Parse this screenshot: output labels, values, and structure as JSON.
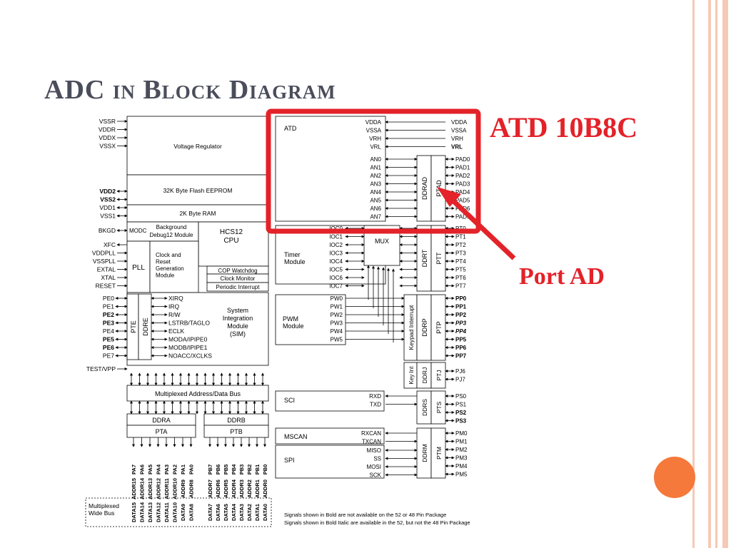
{
  "slide": {
    "title": "ADC in Block Diagram",
    "callout_atd": "ATD 10B8C",
    "callout_port": "Port AD"
  },
  "colors": {
    "accent_red": "#e32229",
    "title_gray": "#4a4d5a",
    "border_peach": "#f6c9b6",
    "dot_orange": "#f5793a"
  },
  "diagram": {
    "power_pins": [
      "VSSR",
      "VDDR",
      "VDDX",
      "VSSX"
    ],
    "voltage_regulator": "Voltage Regulator",
    "flash": "32K Byte Flash EEPROM",
    "ram": "2K Byte RAM",
    "flash_pins": [
      "VDD2",
      "VSS2",
      "VDD1",
      "VSS1"
    ],
    "bkgd": "BKGD",
    "modc": "MODC",
    "debug": [
      "Background",
      "Debug12 Module"
    ],
    "cpu": [
      "HCS12",
      "CPU"
    ],
    "pll_pins": [
      "XFC",
      "VDDPLL",
      "VSSPLL",
      "EXTAL",
      "XTAL",
      "RESET"
    ],
    "pll": "PLL",
    "clock": [
      "Clock and",
      "Reset",
      "Generation",
      "Module"
    ],
    "cop": "COP Watchdog",
    "clock_monitor": "Clock Monitor",
    "periodic": "Periodic Interrupt",
    "pe_pins": [
      "PE0",
      "PE1",
      "PE2",
      "PE3",
      "PE4",
      "PE5",
      "PE6",
      "PE7"
    ],
    "pte": "PTE",
    "ddre": "DDRE",
    "sim_signals": [
      "XIRQ",
      "IRQ",
      "R/W",
      "LSTRB/TAGLO",
      "ECLK",
      "MODA/IPIPE0",
      "MODB/IPIPE1",
      "NOACC/XCLKS"
    ],
    "sim": [
      "System",
      "Integration",
      "Module",
      "(SIM)"
    ],
    "test_vpp": "TEST/VPP",
    "mux_bus": "Multiplexed Address/Data Bus",
    "ddra": "DDRA",
    "ddrb": "DDRB",
    "pta": "PTA",
    "ptb": "PTB",
    "porta_bits": [
      "PA7",
      "PA6",
      "PA5",
      "PA4",
      "PA3",
      "PA2",
      "PA1",
      "PA0"
    ],
    "portb_bits": [
      "PB7",
      "PB6",
      "PB5",
      "PB4",
      "PB3",
      "PB2",
      "PB1",
      "PB0"
    ],
    "addr_a": [
      "ADDR15",
      "ADDR14",
      "ADDR13",
      "ADDR12",
      "ADDR11",
      "ADDR10",
      "ADDR9",
      "ADDR8"
    ],
    "addr_b": [
      "ADDR7",
      "ADDR6",
      "ADDR5",
      "ADDR4",
      "ADDR3",
      "ADDR2",
      "ADDR1",
      "ADDR0"
    ],
    "data_a": [
      "DATA15",
      "DATA14",
      "DATA13",
      "DATA12",
      "DATA11",
      "DATA10",
      "DATA9",
      "DATA8"
    ],
    "data_b": [
      "DATA7",
      "DATA6",
      "DATA5",
      "DATA4",
      "DATA3",
      "DATA2",
      "DATA1",
      "DATA0"
    ],
    "wide_bus": [
      "Multiplexed",
      "Wide Bus"
    ],
    "atd": "ATD",
    "atd_ref": [
      "VDDA",
      "VSSA",
      "VRH",
      "VRL"
    ],
    "an_pins": [
      "AN0",
      "AN1",
      "AN2",
      "AN3",
      "AN4",
      "AN5",
      "AN6",
      "AN7"
    ],
    "pad_pins": [
      "PAD0",
      "PAD1",
      "PAD2",
      "PAD3",
      "PAD4",
      "PAD5",
      "PAD6",
      "PAD7"
    ],
    "ddrad": "DDRAD",
    "ptad": "PTAD",
    "timer": [
      "Timer",
      "Module"
    ],
    "ioc": [
      "IOC0",
      "IOC1",
      "IOC2",
      "IOC3",
      "IOC4",
      "IOC5",
      "IOC6",
      "IOC7"
    ],
    "mux": "MUX",
    "pt_pins": [
      "PT0",
      "PT1",
      "PT2",
      "PT3",
      "PT4",
      "PT5",
      "PT6",
      "PT7"
    ],
    "ddrt": "DDRT",
    "ptt": "PTT",
    "pwm": [
      "PWM",
      "Module"
    ],
    "pw": [
      "PW0",
      "PW1",
      "PW2",
      "PW3",
      "PW4",
      "PW5"
    ],
    "keypad": "Keypad Interrupt",
    "ddrp": "DDRP",
    "ptp": "PTP",
    "pp_pins": [
      "PP0",
      "PP1",
      "PP2",
      "PP3",
      "PP4",
      "PP5",
      "PP6",
      "PP7"
    ],
    "keyint": "Key Int",
    "ddrj": "DDRJ",
    "ptj": "PTJ",
    "pj_pins": [
      "PJ6",
      "PJ7"
    ],
    "sci": "SCI",
    "sci_sig": [
      "RXD",
      "TXD"
    ],
    "ddrs": "DDRS",
    "pts": "PTS",
    "ps_pins": [
      "PS0",
      "PS1",
      "PS2",
      "PS3"
    ],
    "mscan": "MSCAN",
    "mscan_sig": [
      "RXCAN",
      "TXCAN"
    ],
    "spi": "SPI",
    "spi_sig": [
      "MISO",
      "SS",
      "MOSI",
      "SCK"
    ],
    "ddrm": "DDRM",
    "ptm": "PTM",
    "pm_pins": [
      "PM0",
      "PM1",
      "PM2",
      "PM3",
      "PM4",
      "PM5"
    ],
    "note1": "Signals shown in Bold are not available on the 52 or 48 Pin Package",
    "note2": "Signals shown in Bold Italic are available in the 52, but not the 48 Pin Package"
  }
}
